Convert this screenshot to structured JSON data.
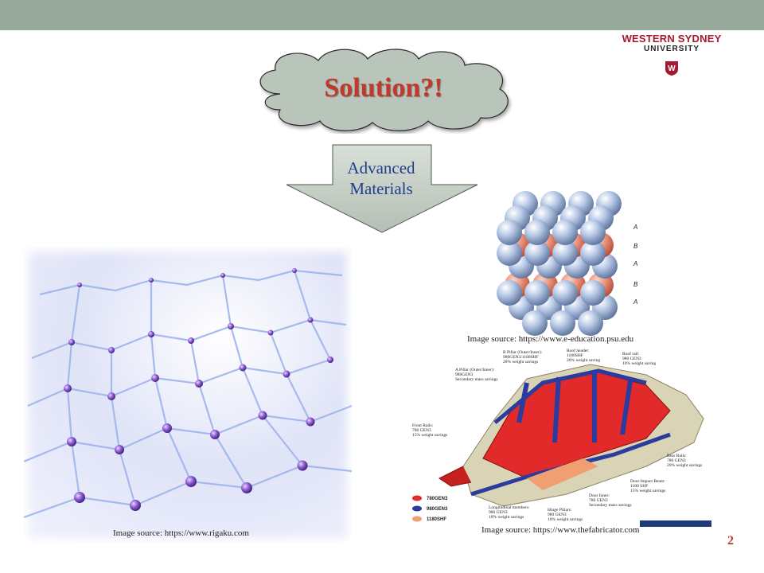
{
  "logo": {
    "line1": "WESTERN SYDNEY",
    "line2": "UNIVERSITY",
    "shield_letter": "W",
    "brand_color": "#a6192e"
  },
  "header_bar_color": "#97a99a",
  "cloud": {
    "text": "Solution?!",
    "fill": "#b9c4ba",
    "text_color": "#c0392b"
  },
  "arrow": {
    "line1": "Advanced",
    "line2": "Materials",
    "text_color": "#1f3f8a"
  },
  "captions": {
    "rigaku": "Image source: https://www.rigaku.com",
    "psu": "Image source: https://www.e-education.psu.edu",
    "fabricator": "Image source: https://www.thefabricator.com"
  },
  "sphere_layers": [
    "A",
    "B",
    "A",
    "B",
    "A"
  ],
  "car_labels": {
    "b_pillar": [
      "B Pillar (Outer/Inner):",
      "980GEN3/1180SHF",
      "20% weight savings"
    ],
    "roof_header": [
      "Roof header:",
      "1180SHF",
      "20% weight saving"
    ],
    "roof_rail": [
      "Roof rail:",
      "980 GEN3",
      "10% weight saving"
    ],
    "a_pillar": [
      "A Pillar (Outer/Inner):",
      "980GEN3",
      "Secondary mass savings"
    ],
    "front_rails": [
      "Front Rails:",
      "780 GEN3",
      "15% weight savings"
    ],
    "rear_rails": [
      "Rear Rails:",
      "780 GEN3",
      "20% weight savings"
    ],
    "door_impact": [
      "Door Impact Beam:",
      "1180 SHF",
      "15% weight savings"
    ],
    "door_inner": [
      "Door Inner:",
      "780 GEN3",
      "Secondary mass savings"
    ],
    "longitudinal": [
      "Longitudinal members:",
      "980 GEN3",
      "10% weight savings"
    ],
    "hinge": [
      "Hinge Pillars:",
      "980 GEN3",
      "10% weight savings"
    ]
  },
  "car_legend": [
    {
      "label": "780GEN3",
      "color": "#e52b2b"
    },
    {
      "label": "980GEN3",
      "color": "#2c3b9e"
    },
    {
      "label": "1180SHF",
      "color": "#f0a070"
    }
  ],
  "page_number": "2"
}
